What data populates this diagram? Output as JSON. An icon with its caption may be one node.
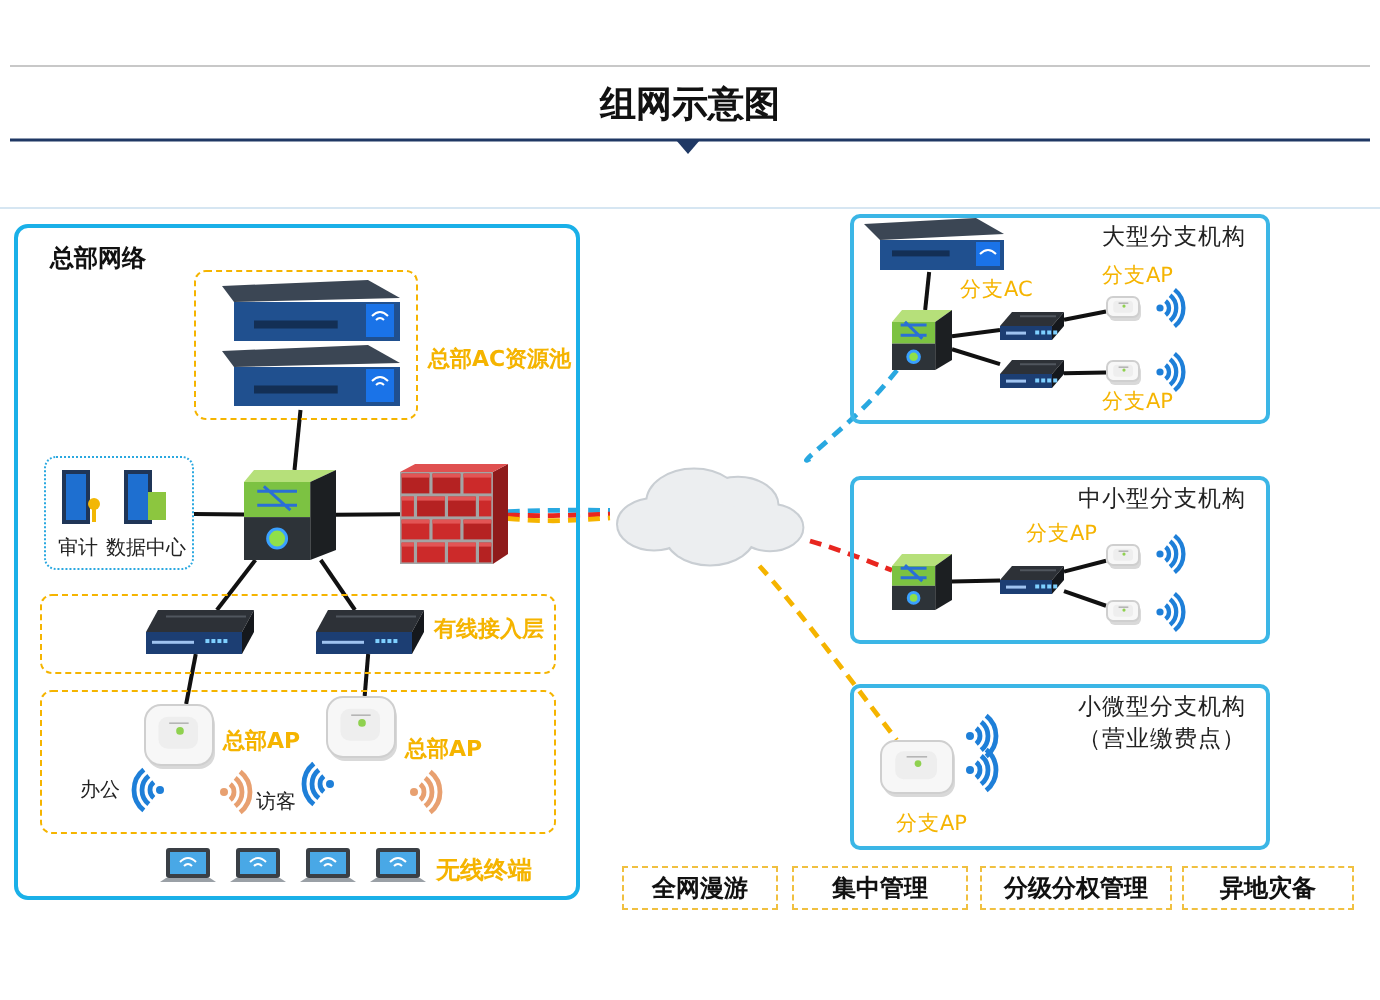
{
  "diagram": {
    "title": "组网示意图",
    "nodes": [
      {
        "text": [
          "总部网络"
        ]
      },
      {
        "text": [],
        "shape": "box",
        "in": 0,
        "beside": [
          "总部AC资源池"
        ]
      },
      {
        "text": [],
        "shape": "picture",
        "in": 1
      },
      {
        "text": [
          "审计",
          "数据中心"
        ],
        "in": 0
      },
      {
        "text": [],
        "shape": "picture",
        "in": 0
      },
      {
        "text": [],
        "shape": "picture",
        "in": 0
      },
      {
        "text": [
          "有线接入层"
        ],
        "in": 0
      },
      {
        "text": [],
        "shape": "picture",
        "in": 6
      },
      {
        "text": [],
        "shape": "picture",
        "in": 6
      },
      {
        "text": [],
        "shape": "box",
        "in": 0
      },
      {
        "text": [],
        "shape": "picture",
        "in": 9,
        "beside": [
          "总部AP"
        ]
      },
      {
        "text": [],
        "shape": "picture",
        "in": 9,
        "beside": [
          "总部AP"
        ]
      },
      {
        "text": [],
        "shape": "cloud"
      },
      {
        "text": [
          "大型分支机构"
        ]
      },
      {
        "text": [],
        "shape": "picture",
        "in": 13,
        "beside": [
          "分支AC"
        ]
      },
      {
        "text": [],
        "shape": "picture",
        "in": 13
      },
      {
        "text": [],
        "shape": "picture",
        "in": 13
      },
      {
        "text": [],
        "shape": "picture",
        "in": 13
      },
      {
        "text": [],
        "shape": "picture",
        "in": 13,
        "beside": [
          "分支AP"
        ]
      },
      {
        "text": [],
        "shape": "picture",
        "in": 13,
        "beside": [
          "分支AP"
        ]
      },
      {
        "text": [
          "中小型分支机构"
        ]
      },
      {
        "text": [],
        "shape": "picture",
        "in": 20
      },
      {
        "text": [],
        "shape": "picture",
        "in": 20
      },
      {
        "text": [],
        "shape": "picture",
        "in": 20,
        "beside": [
          "分支AP"
        ]
      },
      {
        "text": [],
        "shape": "picture",
        "in": 20
      },
      {
        "text": [
          "小微型分支机构",
          "（营业缴费点）"
        ]
      },
      {
        "text": [],
        "shape": "picture",
        "in": 25,
        "beside": [
          "分支AP"
        ]
      },
      {
        "text": [
          "全网漫游"
        ]
      },
      {
        "text": [
          "集中管理"
        ]
      },
      {
        "text": [
          "分级分权管理"
        ]
      },
      {
        "text": [
          "异地灾备"
        ]
      }
    ],
    "edges": [
      {
        "from": 2,
        "to": 4,
        "arrow": "none"
      },
      {
        "from": 3,
        "to": 4,
        "arrow": "none"
      },
      {
        "from": 4,
        "to": 5,
        "arrow": "none"
      },
      {
        "from": 4,
        "to": 7,
        "arrow": "none"
      },
      {
        "from": 4,
        "to": 8,
        "arrow": "none"
      },
      {
        "from": 7,
        "to": 10,
        "arrow": "none"
      },
      {
        "from": 8,
        "to": 11,
        "arrow": "none"
      },
      {
        "from": 5,
        "to": 12,
        "arrow": "none",
        "style": "dashed",
        "color": "#29a8e0"
      },
      {
        "from": 5,
        "to": 12,
        "arrow": "none",
        "style": "dashed",
        "color": "#e8261f"
      },
      {
        "from": 5,
        "to": 12,
        "arrow": "none",
        "style": "dashed",
        "color": "#f5b400"
      },
      {
        "from": 12,
        "to": 15,
        "arrow": "none",
        "style": "dashed",
        "color": "#29a8e0"
      },
      {
        "from": 12,
        "to": 21,
        "arrow": "none",
        "style": "dashed",
        "color": "#e8261f"
      },
      {
        "from": 12,
        "to": 26,
        "arrow": "none",
        "style": "dashed",
        "color": "#f5b400"
      },
      {
        "from": 14,
        "to": 15,
        "arrow": "none"
      },
      {
        "from": 15,
        "to": 16,
        "arrow": "none"
      },
      {
        "from": 15,
        "to": 17,
        "arrow": "none"
      },
      {
        "from": 16,
        "to": 18,
        "arrow": "none"
      },
      {
        "from": 17,
        "to": 19,
        "arrow": "none"
      },
      {
        "from": 21,
        "to": 22,
        "arrow": "none"
      },
      {
        "from": 22,
        "to": 23,
        "arrow": "none"
      },
      {
        "from": 22,
        "to": 24,
        "arrow": "none"
      }
    ],
    "labels": [
      "办公",
      "访客",
      "无线终端"
    ]
  }
}
